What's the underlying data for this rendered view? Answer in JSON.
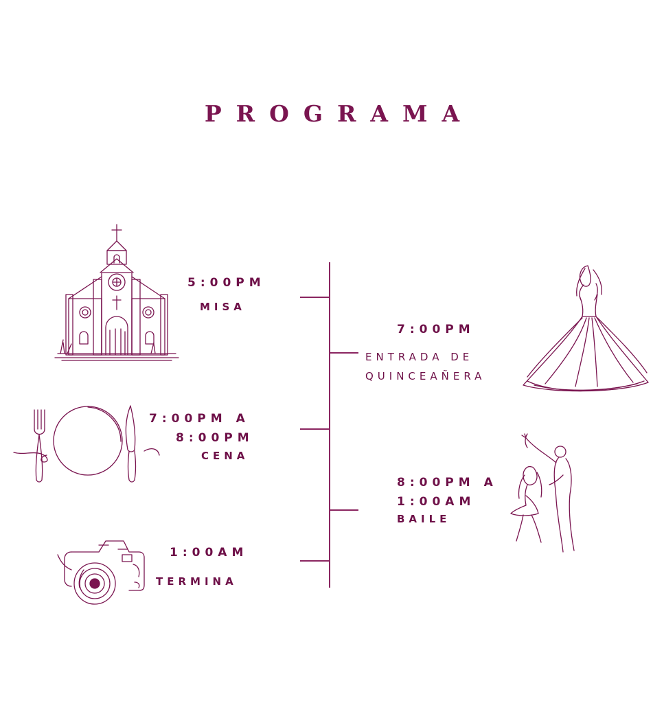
{
  "title": "PROGRAMA",
  "events": [
    {
      "time": "5:00PM",
      "label": "MISA",
      "icon": "church-icon"
    },
    {
      "time": "7:00PM",
      "label_line1": "ENTRADA DE",
      "label_line2": "QUINCEAÑERA",
      "icon": "quinceanera-dress-icon"
    },
    {
      "time_line1": "7:00PM A",
      "time_line2": "8:00PM",
      "label": "CENA",
      "icon": "plate-fork-knife-icon"
    },
    {
      "time_line1": "8:00PM A",
      "time_line2": "1:00AM",
      "label": "BAILE",
      "icon": "dancing-couple-icon"
    },
    {
      "time": "1:00AM",
      "label": "TERMINA",
      "icon": "camera-icon"
    }
  ],
  "colors": {
    "accent": "#7a1550",
    "line": "#8a2560",
    "background": "#ffffff"
  }
}
